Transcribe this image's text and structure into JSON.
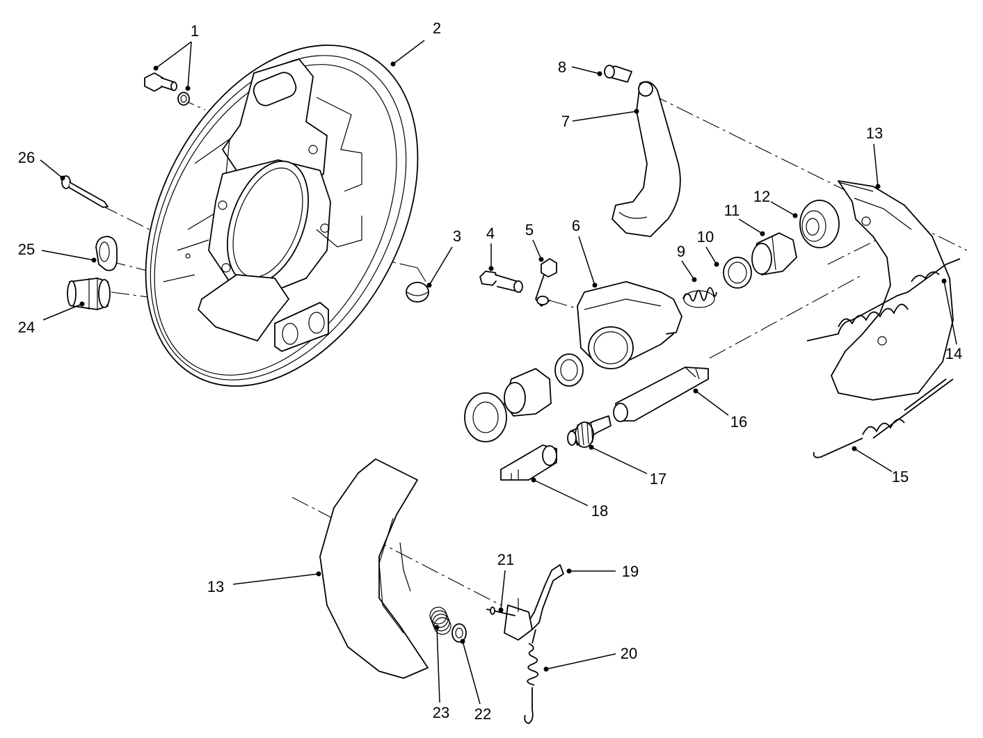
{
  "diagram": {
    "callouts": [
      {
        "id": "1",
        "text": "1"
      },
      {
        "id": "2",
        "text": "2"
      },
      {
        "id": "3",
        "text": "3"
      },
      {
        "id": "4",
        "text": "4"
      },
      {
        "id": "5",
        "text": "5"
      },
      {
        "id": "6",
        "text": "6"
      },
      {
        "id": "7",
        "text": "7"
      },
      {
        "id": "8",
        "text": "8"
      },
      {
        "id": "9",
        "text": "9"
      },
      {
        "id": "10",
        "text": "10"
      },
      {
        "id": "11",
        "text": "11"
      },
      {
        "id": "12",
        "text": "12"
      },
      {
        "id": "13a",
        "text": "13"
      },
      {
        "id": "13b",
        "text": "13"
      },
      {
        "id": "14",
        "text": "14"
      },
      {
        "id": "15",
        "text": "15"
      },
      {
        "id": "16",
        "text": "16"
      },
      {
        "id": "17",
        "text": "17"
      },
      {
        "id": "18",
        "text": "18"
      },
      {
        "id": "19",
        "text": "19"
      },
      {
        "id": "20",
        "text": "20"
      },
      {
        "id": "21",
        "text": "21"
      },
      {
        "id": "22",
        "text": "22"
      },
      {
        "id": "23",
        "text": "23"
      },
      {
        "id": "24",
        "text": "24"
      },
      {
        "id": "25",
        "text": "25"
      },
      {
        "id": "26",
        "text": "26"
      }
    ]
  }
}
